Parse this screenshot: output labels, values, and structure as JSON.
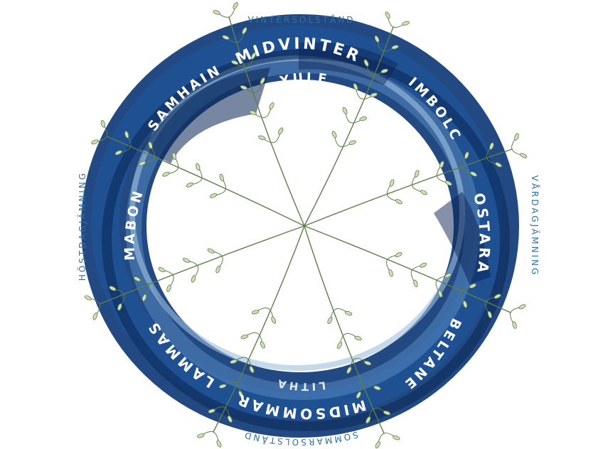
{
  "wheel": {
    "sabbats": {
      "midvinter": "MIDVINTER",
      "yule": "YULE",
      "imbolc": "IMBOLC",
      "ostara": "OSTARA",
      "beltane": "BELTANE",
      "midsommar": "MIDSOMMAR",
      "litha": "LITHA",
      "lammas": "LAMMAS",
      "mabon": "MABON",
      "samhain": "SAMHAIN"
    },
    "events": {
      "winter_solstice": "VINTERSOLSTÅND",
      "spring_equinox": "VÅRDAGJÄMNING",
      "summer_solstice": "SOMMARSOLSTÅND",
      "autumn_equinox": "HÖSTDAGJÄMNING"
    },
    "colors": {
      "ring": "#14407e",
      "ring_dark": "#0b2a5c",
      "ring_light": "#4d7fb5",
      "label_white": "#ffffff",
      "event_blue": "#2f6fa6",
      "sprig_green": "#5e7e49"
    }
  }
}
